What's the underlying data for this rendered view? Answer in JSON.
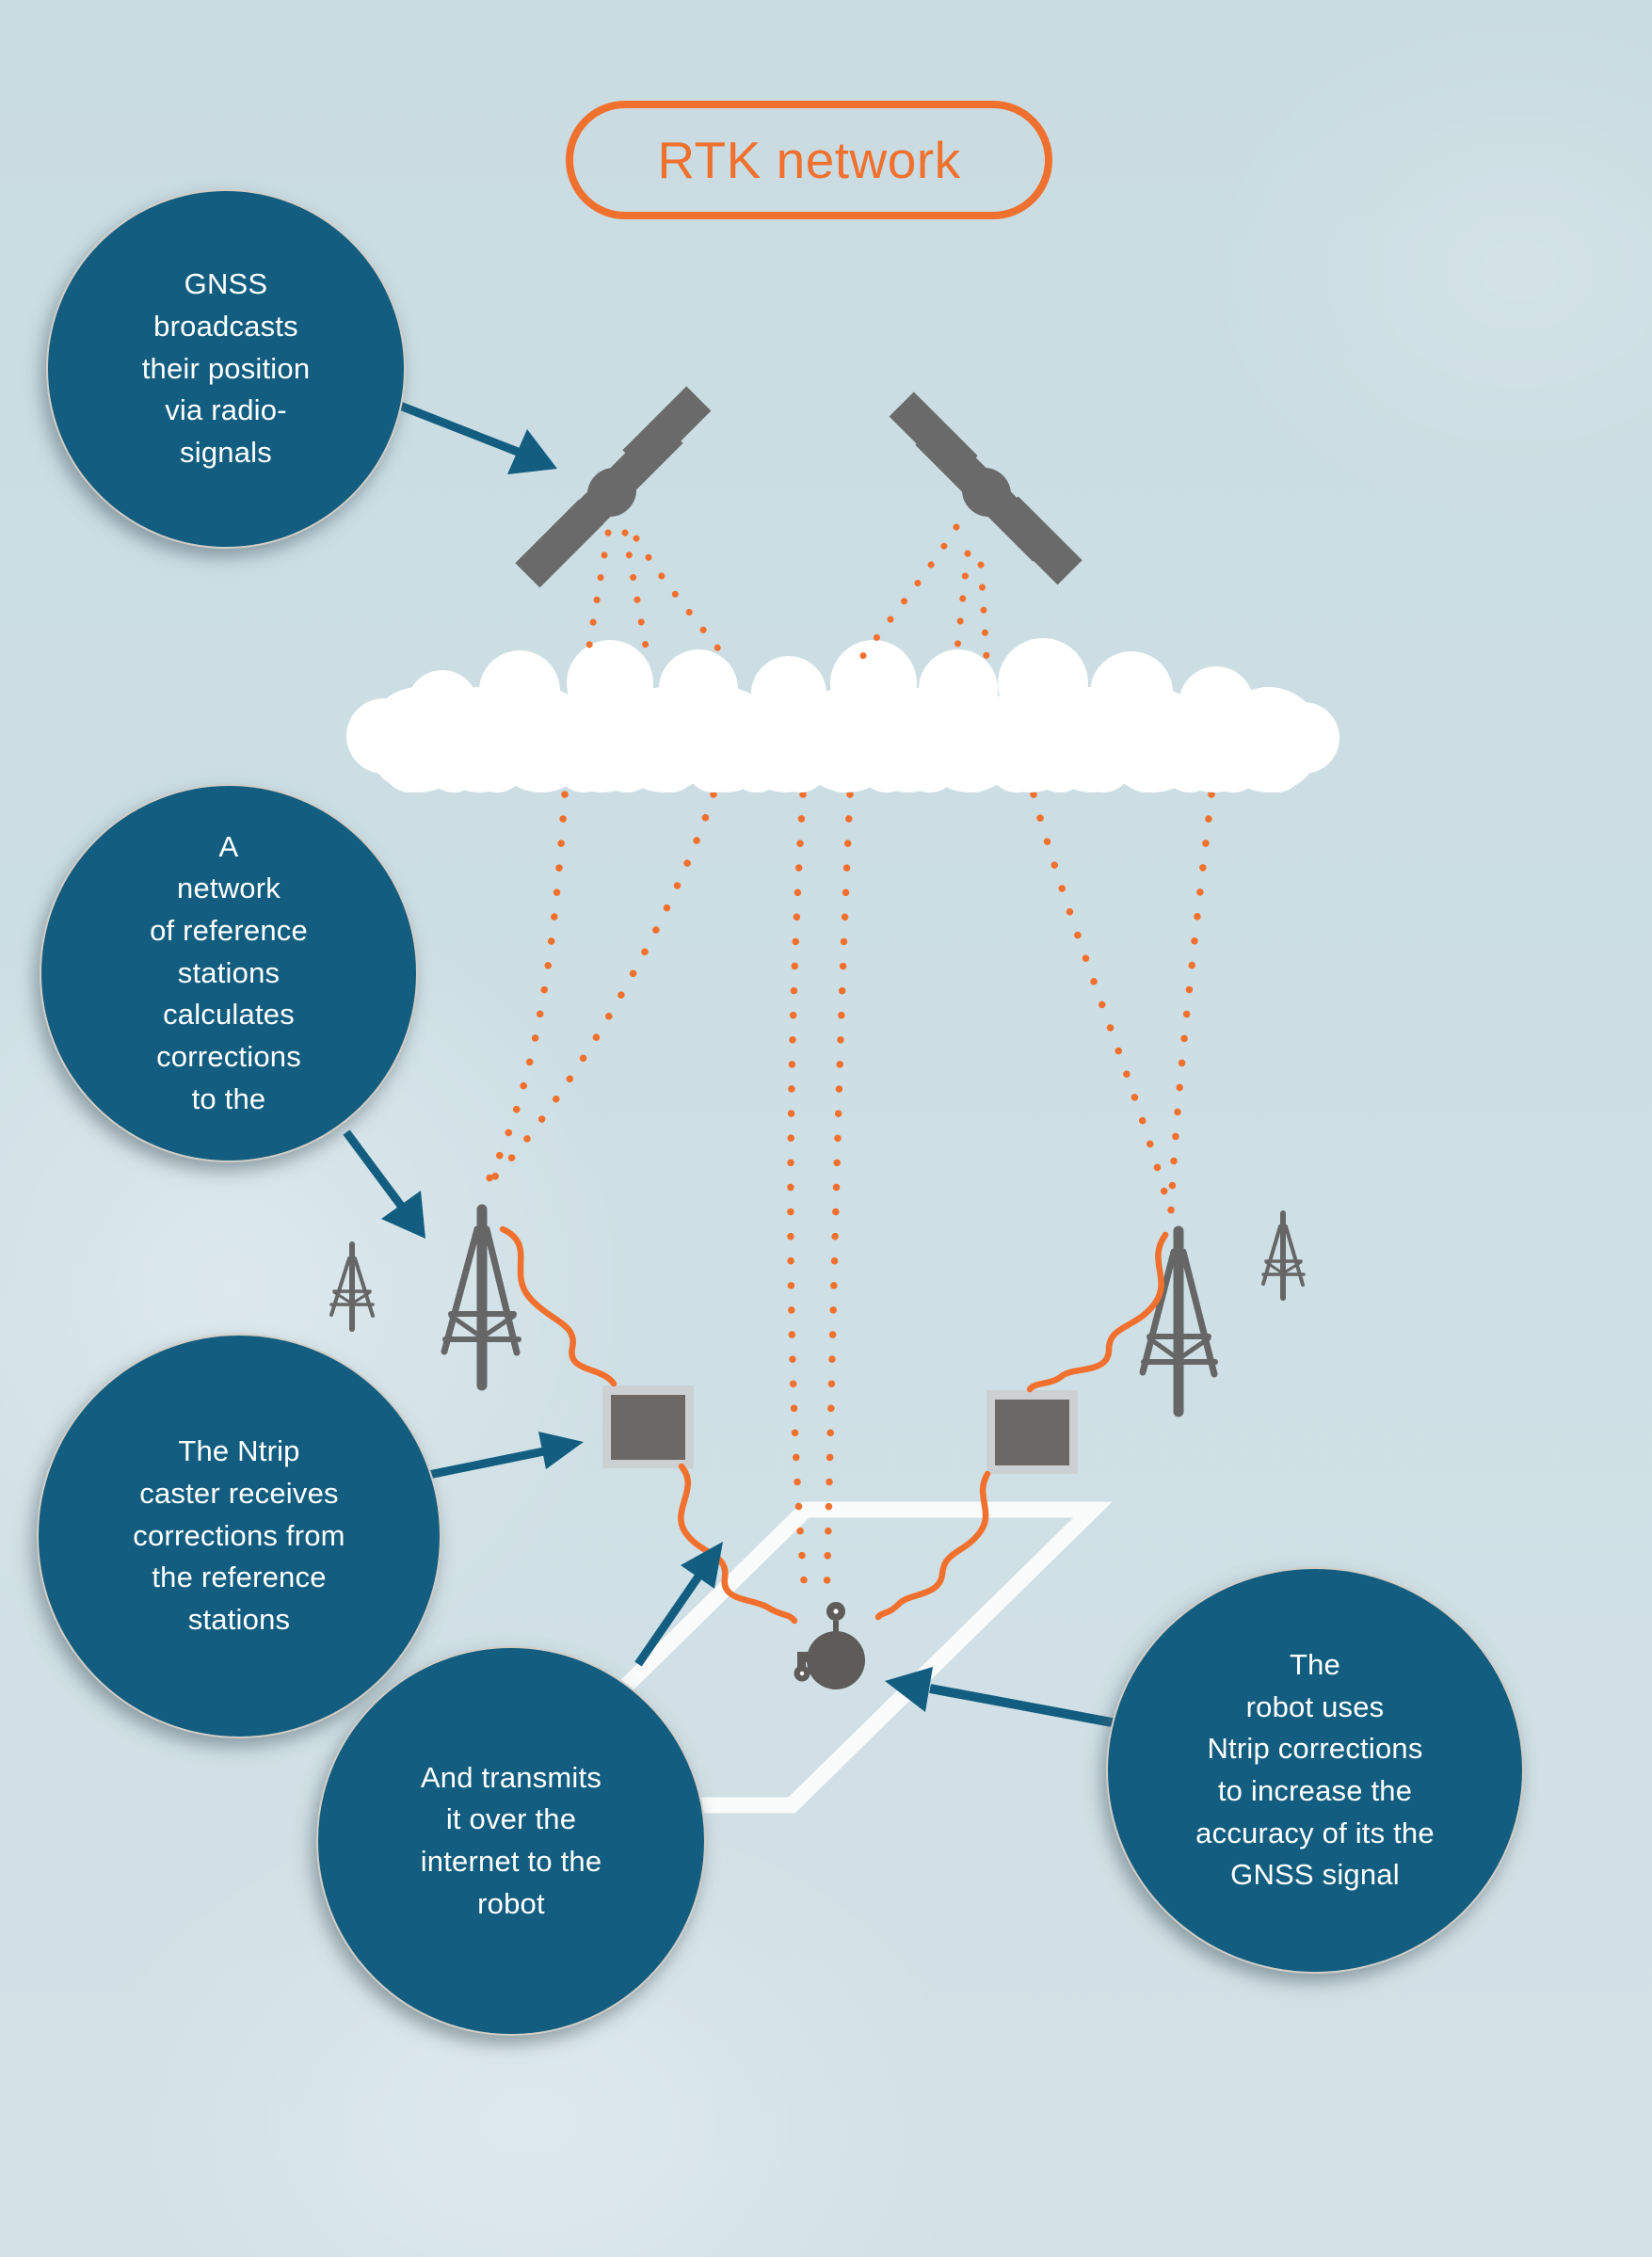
{
  "title": {
    "label": "RTK network"
  },
  "bubbles": {
    "gnss": {
      "lines": [
        "GNSS",
        "broadcasts",
        "their position",
        "via radio-",
        "signals"
      ]
    },
    "network": {
      "lines": [
        "A",
        "network",
        "of reference",
        "stations",
        "calculates",
        "corrections",
        "to the"
      ]
    },
    "ntrip": {
      "lines": [
        "The Ntrip",
        "caster receives",
        "corrections from",
        "the reference",
        "stations"
      ]
    },
    "transmit": {
      "lines": [
        "And transmits",
        "it over the",
        "internet to the",
        "robot"
      ]
    },
    "robot": {
      "lines": [
        "The",
        "robot uses",
        "Ntrip corrections",
        "to increase the",
        "accuracy of its the",
        "GNSS signal"
      ]
    }
  },
  "colors": {
    "background": "#CCDEE4",
    "bubble_blue": "#135E80",
    "arrow_blue": "#135E80",
    "accent_orange": "#F1702D",
    "device_gray": "#6B6765",
    "device_frame_gray": "#CDD0D2",
    "satellite_gray": "#6A6A6A",
    "tower_gray": "#666666",
    "robot_gray": "#5E5B59",
    "cloud_white": "#FFFFFF",
    "field_white": "#FAFBFB",
    "text_white": "#FFFFFF",
    "title_orange": "#F0702D"
  },
  "icons": {
    "satellite-icon": "gray satellite body with two diagonal solar panels",
    "signal-dots-icon": "orange dotted radio-signal trajectory",
    "cloud-icon": "white scalloped cloud band",
    "radio-tower-icon": "gray lattice antenna mast",
    "ntrip-caster-icon": "gray receiver box with light frame",
    "correction-wave-icon": "orange wavy correction link",
    "field-icon": "white parallelogram field outline",
    "robot-icon": "top-view robot with antenna and wheel",
    "arrow-icon": "solid dark-blue pointer arrow"
  }
}
